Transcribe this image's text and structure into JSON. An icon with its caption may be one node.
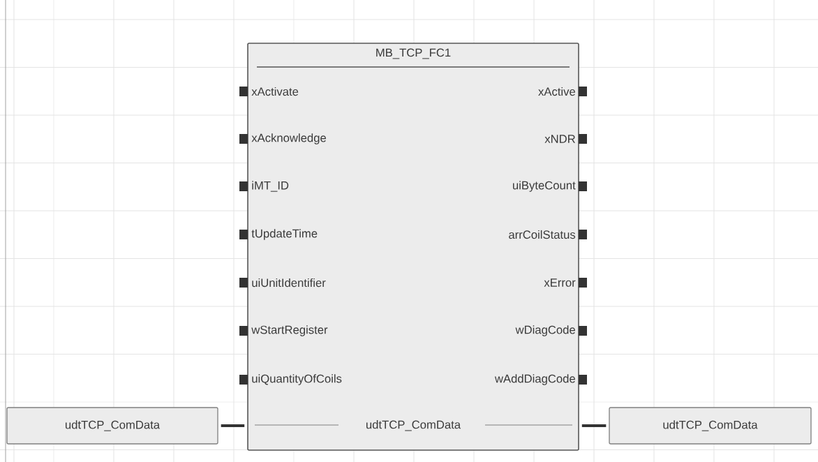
{
  "diagram": {
    "nodes": [
      {
        "text": [
          "MB_TCP_FC1"
        ]
      },
      {
        "text": [
          "udtTCP_ComData"
        ],
        "in": 0
      },
      {
        "text": [
          "udtTCP_ComData"
        ]
      },
      {
        "text": [
          "udtTCP_ComData"
        ]
      }
    ],
    "edges": [
      {
        "from": 2,
        "to": 0,
        "arrow": "none"
      },
      {
        "from": 0,
        "to": 3,
        "arrow": "none"
      }
    ],
    "labels": [
      "xActivate",
      "xActive",
      "xAcknowledge",
      "xNDR",
      "iMT_ID",
      "uiByteCount",
      "tUpdateTime",
      "arrCoilStatus",
      "uiUnitIdentifier",
      "xError",
      "wStartRegister",
      "wDiagCode",
      "uiQuantityOfCoils",
      "wAddDiagCode"
    ]
  }
}
